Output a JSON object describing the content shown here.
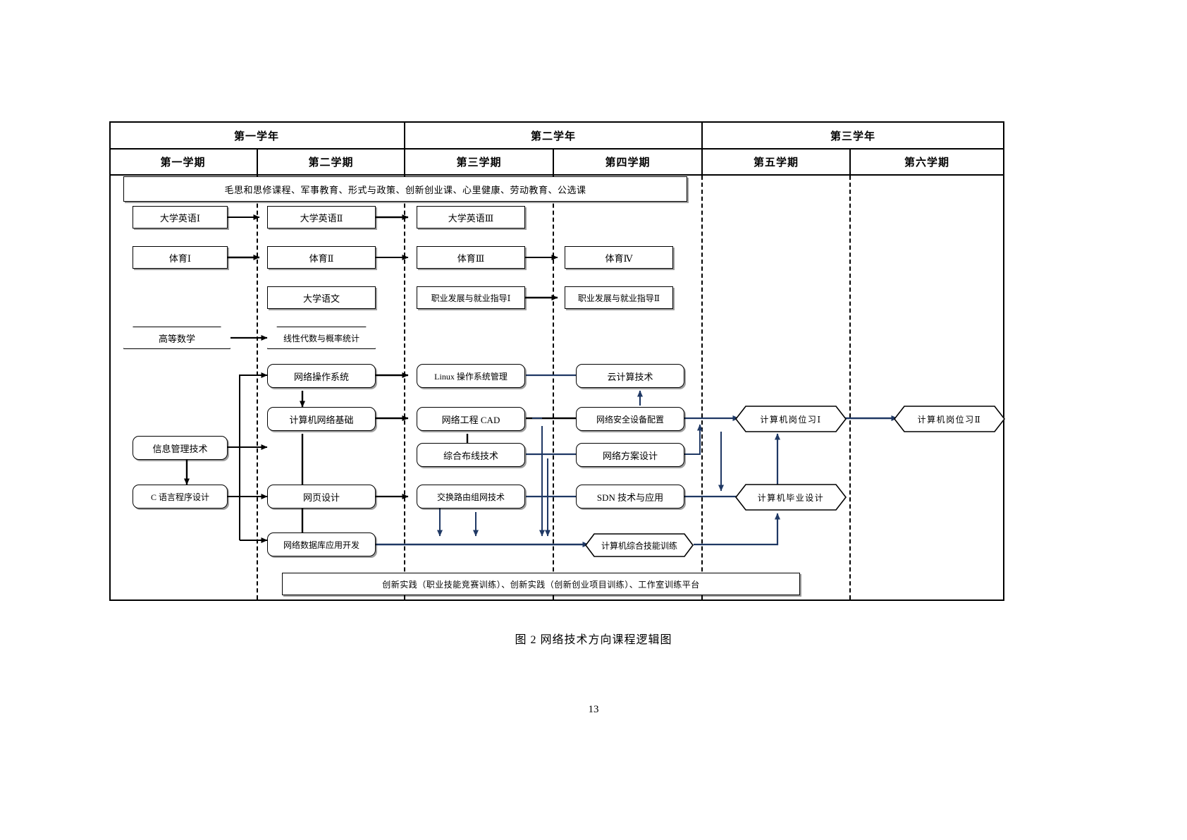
{
  "document": {
    "caption": "图 2  网络技术方向课程逻辑图",
    "page_number": "13"
  },
  "colors": {
    "stroke_black": "#000000",
    "stroke_blue": "#1f3864",
    "node_fill": "#ffffff"
  },
  "header": {
    "years": [
      {
        "label": "第一学年"
      },
      {
        "label": "第二学年"
      },
      {
        "label": "第三学年"
      }
    ],
    "terms": [
      {
        "label": "第一学期"
      },
      {
        "label": "第二学期"
      },
      {
        "label": "第三学期"
      },
      {
        "label": "第四学期"
      },
      {
        "label": "第五学期"
      },
      {
        "label": "第六学期"
      }
    ]
  },
  "banners": {
    "top": "毛思和思修课程、军事教育、形式与政策、创新创业课、心里健康、劳动教育、公选课",
    "bottom": "创新实践（职业技能竞赛训练）、创新实践（创新创业项目训练）、工作室训练平台"
  },
  "nodes": {
    "english1": "大学英语Ⅰ",
    "english2": "大学英语Ⅱ",
    "english3": "大学英语Ⅲ",
    "pe1": "体育Ⅰ",
    "pe2": "体育Ⅱ",
    "pe3": "体育Ⅲ",
    "pe4": "体育Ⅳ",
    "chinese": "大学语文",
    "career1": "职业发展与就业指导Ⅰ",
    "career2": "职业发展与就业指导Ⅱ",
    "math": "高等数学",
    "linear_algebra": "线性代数与概率统计",
    "net_os": "网络操作系统",
    "linux": "Linux 操作系统管理",
    "cloud": "云计算技术",
    "net_basics": "计算机网络基础",
    "net_cad": "网络工程 CAD",
    "net_security": "网络安全设备配置",
    "info_mgmt": "信息管理技术",
    "cabling": "综合布线技术",
    "net_scheme": "网络方案设计",
    "c_lang": "C 语言程序设计",
    "web_design": "网页设计",
    "switch_routing": "交换路由组网技术",
    "sdn": "SDN 技术与应用",
    "net_db": "网络数据库应用开发",
    "skill_training": "计算机综合技能训练",
    "internship1": "计算机岗位习Ⅰ",
    "internship2": "计算机岗位习Ⅱ",
    "graduation": "计算机毕业设计"
  }
}
